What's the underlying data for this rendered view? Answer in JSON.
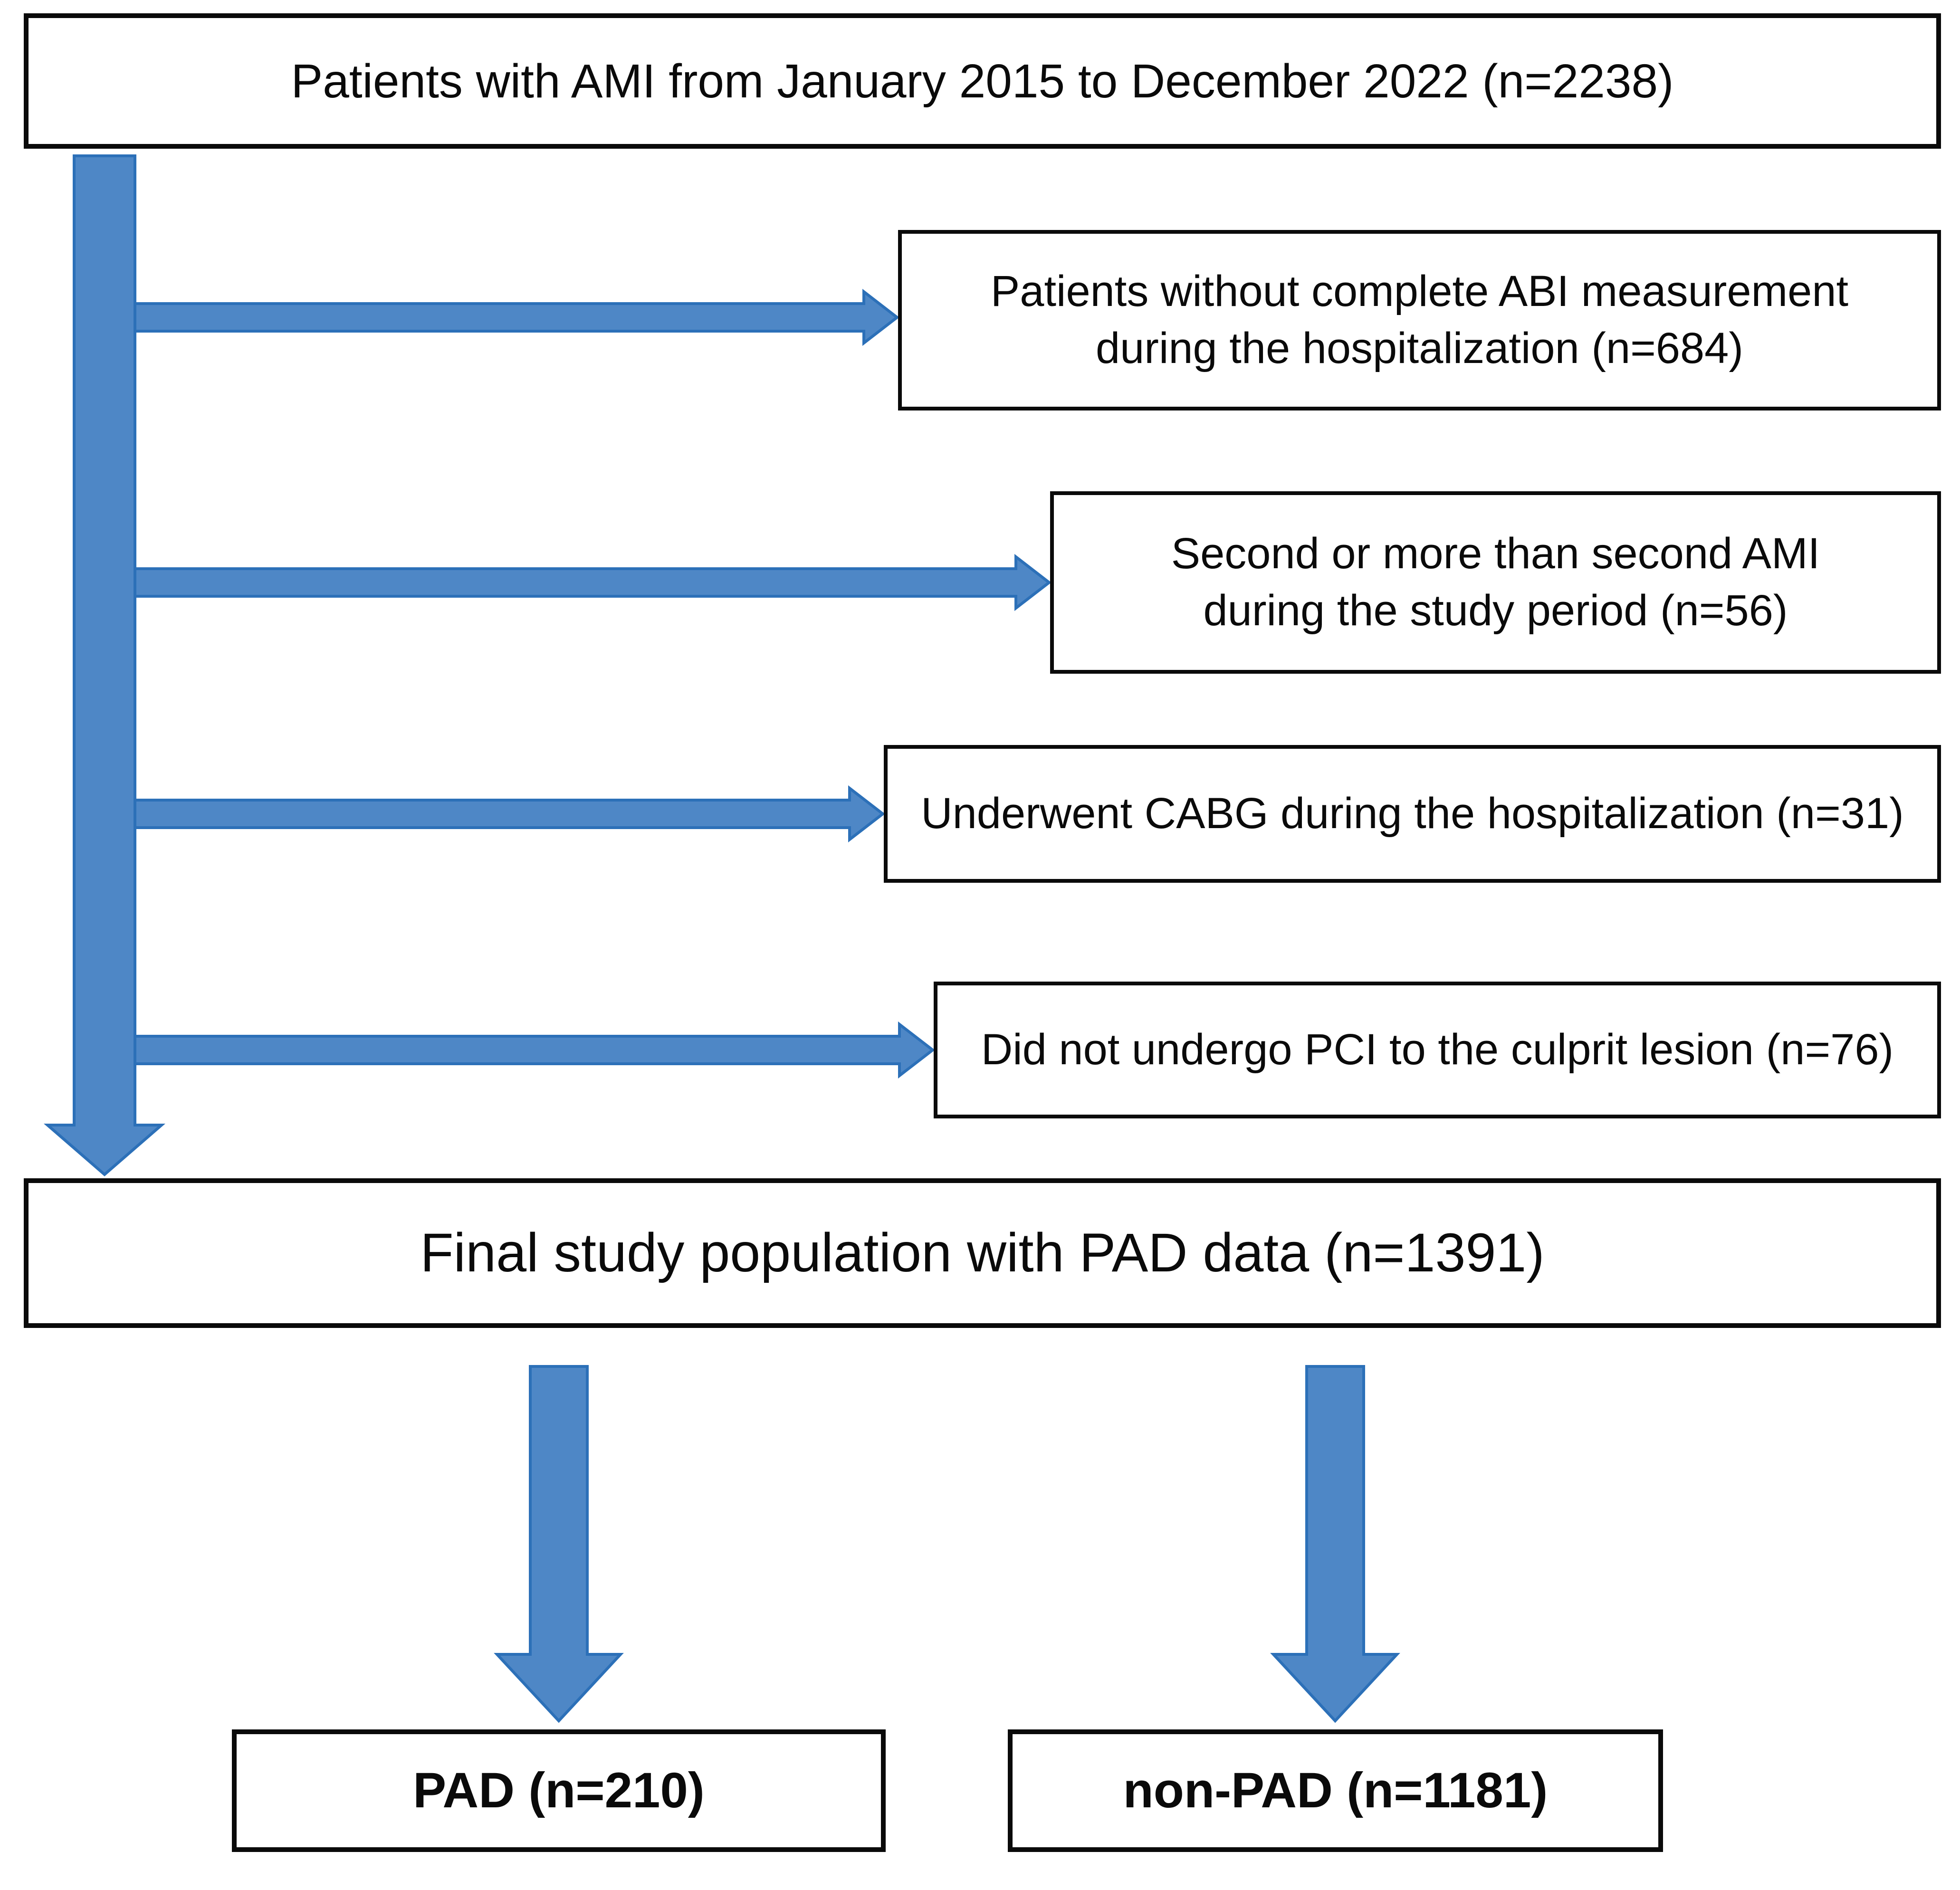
{
  "figure": {
    "top_box": {
      "text": "Patients with AMI from January 2015 to December 2022 (n=2238)",
      "n": 2238
    },
    "exclusions": [
      {
        "text": "Patients without complete ABI measurement\nduring the hospitalization (n=684)",
        "n": 684
      },
      {
        "text": "Second or more than second AMI\nduring the study period (n=56)",
        "n": 56
      },
      {
        "text": "Underwent CABG during the hospitalization (n=31)",
        "n": 31
      },
      {
        "text": "Did not undergo PCI to the culprit lesion (n=76)",
        "n": 76
      }
    ],
    "final_box": {
      "text": "Final study population with PAD data (n=1391)",
      "n": 1391
    },
    "outcome_boxes": [
      {
        "text": "PAD (n=210)",
        "n": 210
      },
      {
        "text": "non-PAD (n=1181)",
        "n": 1181
      }
    ]
  },
  "colors": {
    "arrow_fill": "#4E87C6",
    "arrow_stroke": "#2C70B8",
    "box_border": "#0a0a0a",
    "text_color": "#0a0a0a",
    "background": "#ffffff"
  }
}
